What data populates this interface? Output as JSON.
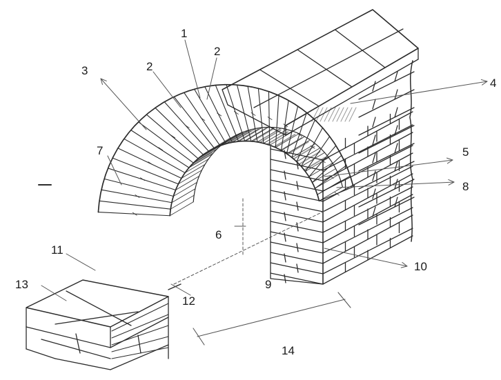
{
  "diagram": {
    "labels": [
      {
        "id": "1",
        "text": "1"
      },
      {
        "id": "2a",
        "text": "2"
      },
      {
        "id": "2b",
        "text": "2"
      },
      {
        "id": "3",
        "text": "3"
      },
      {
        "id": "4",
        "text": "4"
      },
      {
        "id": "5",
        "text": "5"
      },
      {
        "id": "6",
        "text": "6"
      },
      {
        "id": "7",
        "text": "7"
      },
      {
        "id": "8",
        "text": "8"
      },
      {
        "id": "9",
        "text": "9"
      },
      {
        "id": "10",
        "text": "10"
      },
      {
        "id": "11",
        "text": "11"
      },
      {
        "id": "12",
        "text": "12"
      },
      {
        "id": "13",
        "text": "13"
      },
      {
        "id": "14",
        "text": "14"
      }
    ],
    "stroke_color": "#2b2b2b",
    "leader_color": "#555555",
    "shade_color": "#9a9a9a",
    "background_color": "#ffffff"
  }
}
